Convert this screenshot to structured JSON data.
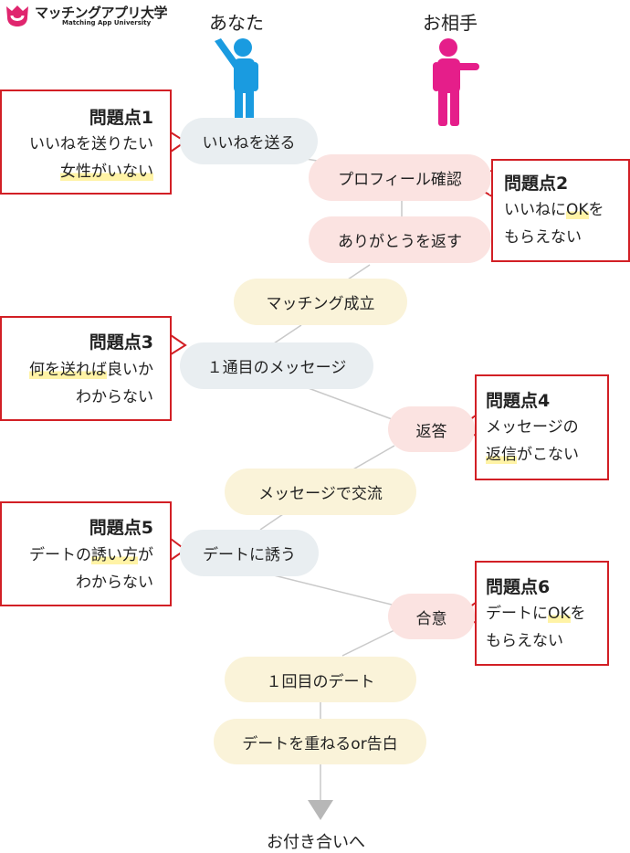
{
  "logo": {
    "title": "マッチングアプリ大学",
    "subtitle": "Matching App University",
    "icon": "logo-mark-icon",
    "color": "#e0256e"
  },
  "roles": {
    "you": "あなた",
    "partner": "お相手"
  },
  "colors": {
    "you_figure": "#1a9be0",
    "partner_figure": "#e51e8a",
    "callout_border": "#d21f25",
    "highlight": "#fff3a6"
  },
  "steps": {
    "s1": "いいねを送る",
    "s2": "プロフィール確認",
    "s3": "ありがとうを返す",
    "s4": "マッチング成立",
    "s5": "１通目のメッセージ",
    "s6": "返答",
    "s7": "メッセージで交流",
    "s8": "デートに誘う",
    "s9": "合意",
    "s10": "１回目のデート",
    "s11": "デートを重ねるor告白"
  },
  "ending": "お付き合いへ",
  "problems": {
    "p1": {
      "title": "問題点1",
      "line1": "いいねを送りたい",
      "line2_hl": "女性がいない"
    },
    "p2": {
      "title": "問題点2",
      "line1_pre": "いいねに",
      "line1_hl": "OK",
      "line1_post": "を",
      "line2": "もらえない"
    },
    "p3": {
      "title": "問題点3",
      "line1_hl": "何を送れば",
      "line1_post": "良いか",
      "line2": "わからない"
    },
    "p4": {
      "title": "問題点4",
      "line1": "メッセージの",
      "line2_hl": "返信",
      "line2_post": "がこない"
    },
    "p5": {
      "title": "問題点5",
      "line1_pre": "デートの",
      "line1_hl": "誘い方",
      "line1_post": "が",
      "line2": "わからない"
    },
    "p6": {
      "title": "問題点6",
      "line1_pre": "デートに",
      "line1_hl": "OK",
      "line1_post": "を",
      "line2": "もらえない"
    }
  }
}
